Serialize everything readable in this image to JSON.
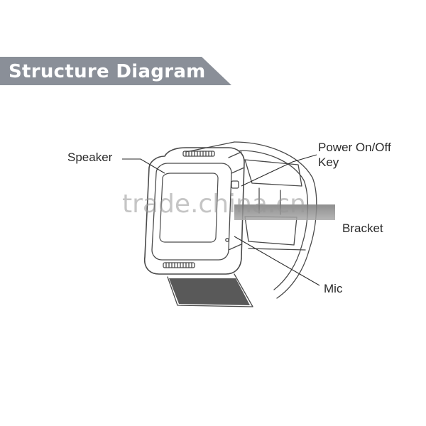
{
  "header": {
    "title": "Structure Diagram",
    "banner_color": "#8a8f98"
  },
  "labels": {
    "speaker": "Speaker",
    "power_key": "Power On/Off\nKey",
    "power_line1": "Power On/Off",
    "power_line2": "Key",
    "bracket": "Bracket",
    "mic": "Mic"
  },
  "watermark": {
    "text": "trade.china.cn"
  },
  "icons": {
    "device": "smartwatch-icon"
  }
}
